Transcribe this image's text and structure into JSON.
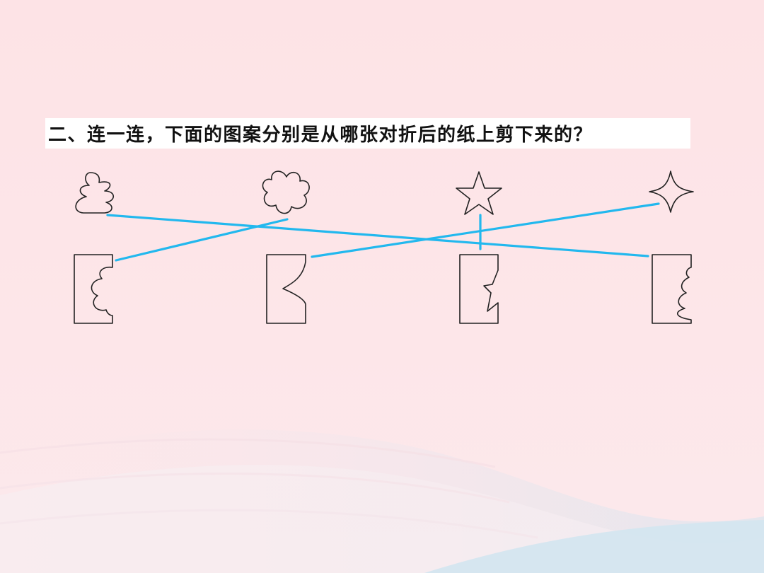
{
  "question": {
    "text": "二、连一连，下面的图案分别是从哪张对折后的纸上剪下来的？"
  },
  "patterns": [
    {
      "name": "gourd-pattern-icon"
    },
    {
      "name": "flower-pattern-icon"
    },
    {
      "name": "star-pattern-icon"
    },
    {
      "name": "four-point-star-pattern-icon"
    }
  ],
  "folded_papers": [
    {
      "name": "folded-paper-flower-cut"
    },
    {
      "name": "folded-paper-curve-cut"
    },
    {
      "name": "folded-paper-star-cut"
    },
    {
      "name": "folded-paper-gourd-cut"
    }
  ],
  "colors": {
    "background": "#fde5e8",
    "connector_line": "#22b8ee",
    "outline": "#222222",
    "wave": "#cfe3ee"
  },
  "connections": [
    {
      "pattern": 0,
      "paper": 3
    },
    {
      "pattern": 1,
      "paper": 0
    },
    {
      "pattern": 2,
      "paper": 2
    },
    {
      "pattern": 3,
      "paper": 1
    }
  ]
}
